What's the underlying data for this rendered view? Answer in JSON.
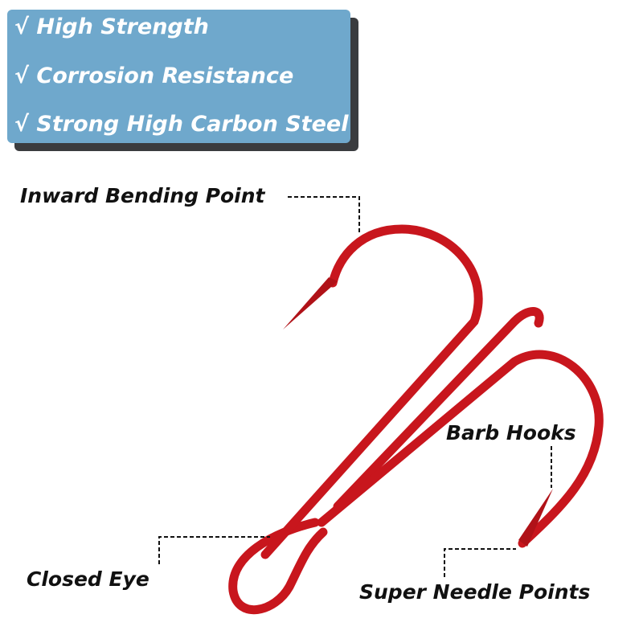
{
  "features": [
    "√ High Strength",
    "√ Corrosion Resistance",
    "√ Strong High Carbon Steel"
  ],
  "labels": {
    "inward_bending_point": "Inward Bending Point",
    "barb_hooks": "Barb Hooks",
    "closed_eye": "Closed Eye",
    "super_needle_points": "Super Needle Points"
  },
  "colors": {
    "panel": "#6fa8cc",
    "hook": "#c8161d"
  }
}
